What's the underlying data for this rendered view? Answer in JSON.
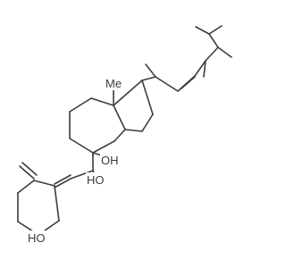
{
  "diagram": {
    "type": "skeletal-structure",
    "background": "#ffffff",
    "bond_color": "#3c3c3c",
    "labels": {
      "methyl": "Me",
      "oh_ring": "OH",
      "oh_chain": "HO",
      "oh_cyclohexane": "HO"
    }
  }
}
